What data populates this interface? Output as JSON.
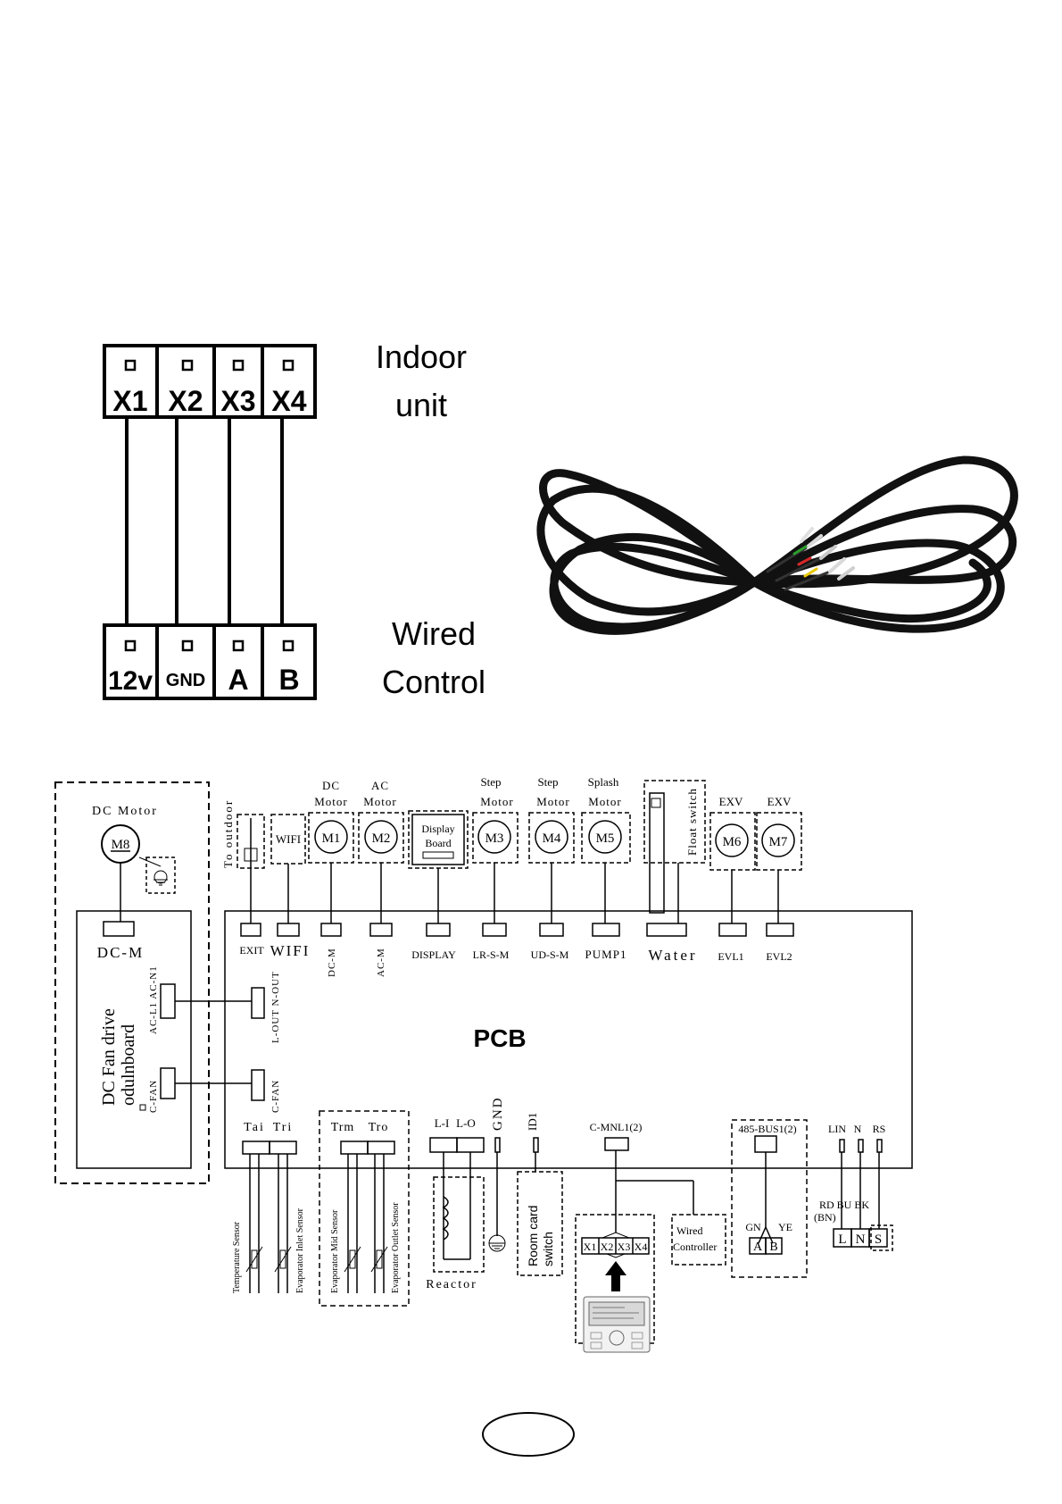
{
  "terminal": {
    "indoor_labels": [
      "X1",
      "X2",
      "X3",
      "X4"
    ],
    "wired_labels": [
      "12v",
      "GND",
      "A",
      "B"
    ],
    "indoor_caption": [
      "Indoor",
      "unit"
    ],
    "wired_caption": [
      "Wired",
      "Control"
    ]
  },
  "pcb": {
    "title": "PCB",
    "dc_motor_left": {
      "title": "DC Motor",
      "motor": "M8",
      "connector": "DC-M"
    },
    "fan_board": {
      "name": [
        "DC Fan drive",
        "odulnboard"
      ],
      "acn_label": "AC-L1 AC-N1",
      "cfan_label": "C-FAN"
    },
    "pcb_side_labels": {
      "lout": "L-OUT N-OUT",
      "cfan": "C-FAN"
    },
    "to_outdoor": "To outdoor",
    "top_components": [
      {
        "caption": "",
        "symbol": "WIFI"
      },
      {
        "caption": "DC Motor",
        "symbol": "M1"
      },
      {
        "caption": "AC Motor",
        "symbol": "M2"
      },
      {
        "caption": "",
        "symbol": "Display Board"
      },
      {
        "caption": "Step Motor",
        "symbol": "M3"
      },
      {
        "caption": "Step Motor",
        "symbol": "M4"
      },
      {
        "caption": "Splash Motor",
        "symbol": "M5"
      },
      {
        "caption": "",
        "symbol": "Float switch"
      },
      {
        "caption": "EXV",
        "symbol": "M6"
      },
      {
        "caption": "EXV",
        "symbol": "M7"
      }
    ],
    "top_connectors": [
      "EXIT",
      "WIFI",
      "DC-M",
      "AC-M",
      "DISPLAY",
      "LR-S-M",
      "UD-S-M",
      "PUMP1",
      "Water",
      "EVL1",
      "EVL2"
    ],
    "bottom_labels": {
      "tai": "Tai",
      "tri": "Tri",
      "trm": "Trm",
      "tro": "Tro",
      "li": "L-I",
      "lo": "L-O",
      "gnd": "GND",
      "id1": "ID1",
      "comm": "C-MNL1(2)",
      "bus": "485-BUS1(2)",
      "lin": "LIN",
      "n": "N",
      "rs": "RS"
    },
    "sensors": [
      "Temperature Sensor",
      "Evaporator Inlet Sensor",
      "Evaporator Mid Sensor",
      "Evaporator Outlet Sensor"
    ],
    "reactor": "Reactor",
    "room_card": [
      "Room card",
      "switch"
    ],
    "wired_terminals": [
      "X1",
      "X2",
      "X3",
      "X4"
    ],
    "wired_controller": [
      "Wired",
      "Controller"
    ],
    "bus_terminal": {
      "gn": "GN",
      "ye": "YE",
      "terms": [
        "A",
        "B"
      ]
    },
    "power": {
      "colors": "RD BU BK",
      "bn": "(BN)",
      "terms": [
        "L",
        "N",
        "S"
      ]
    }
  }
}
